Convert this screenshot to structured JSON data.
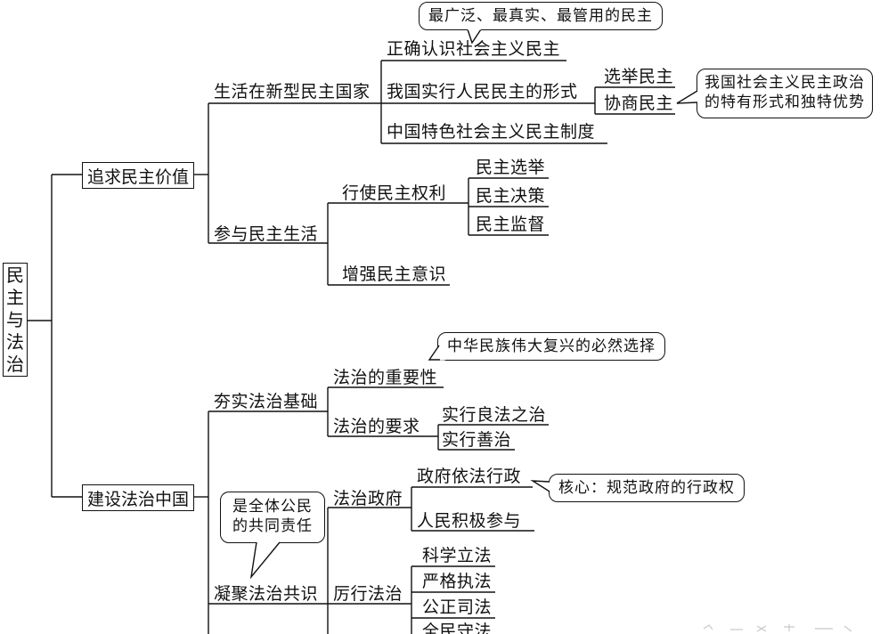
{
  "root": {
    "chars": [
      "民",
      "主",
      "与",
      "法",
      "治"
    ]
  },
  "b1": {
    "label": "追求民主价值",
    "c1": {
      "label": "生活在新型民主国家",
      "items": [
        "正确认识社会主义民主",
        "我国实行人民民主的形式",
        "中国特色社会主义民主制度"
      ],
      "forms": [
        "选举民主",
        "协商民主"
      ],
      "callout_top": "最广泛、最真实、最管用的民主",
      "callout_right": [
        "我国社会主义民主政治",
        "的特有形式和独特优势"
      ]
    },
    "c2": {
      "label": "参与民主生活",
      "rights": "行使民主权利",
      "rights_items": [
        "民主选举",
        "民主决策",
        "民主监督"
      ],
      "awareness": "增强民主意识"
    }
  },
  "b2": {
    "label": "建设法治中国",
    "c1": {
      "label": "夯实法治基础",
      "importance": "法治的重要性",
      "importance_callout": "中华民族伟大复兴的必然选择",
      "requirements": "法治的要求",
      "req_items": [
        "实行良法之治",
        "实行善治"
      ]
    },
    "c2": {
      "label": "凝聚法治共识",
      "callout": [
        "是全体公民",
        "的共同责任"
      ],
      "gov": "法治政府",
      "gov_items": [
        "政府依法行政",
        "人民积极参与"
      ],
      "gov_callout": "核心：规范政府的行政权",
      "practice": "厉行法治",
      "practice_items": [
        "科学立法",
        "严格执法",
        "公正司法",
        "全民守法"
      ]
    }
  }
}
